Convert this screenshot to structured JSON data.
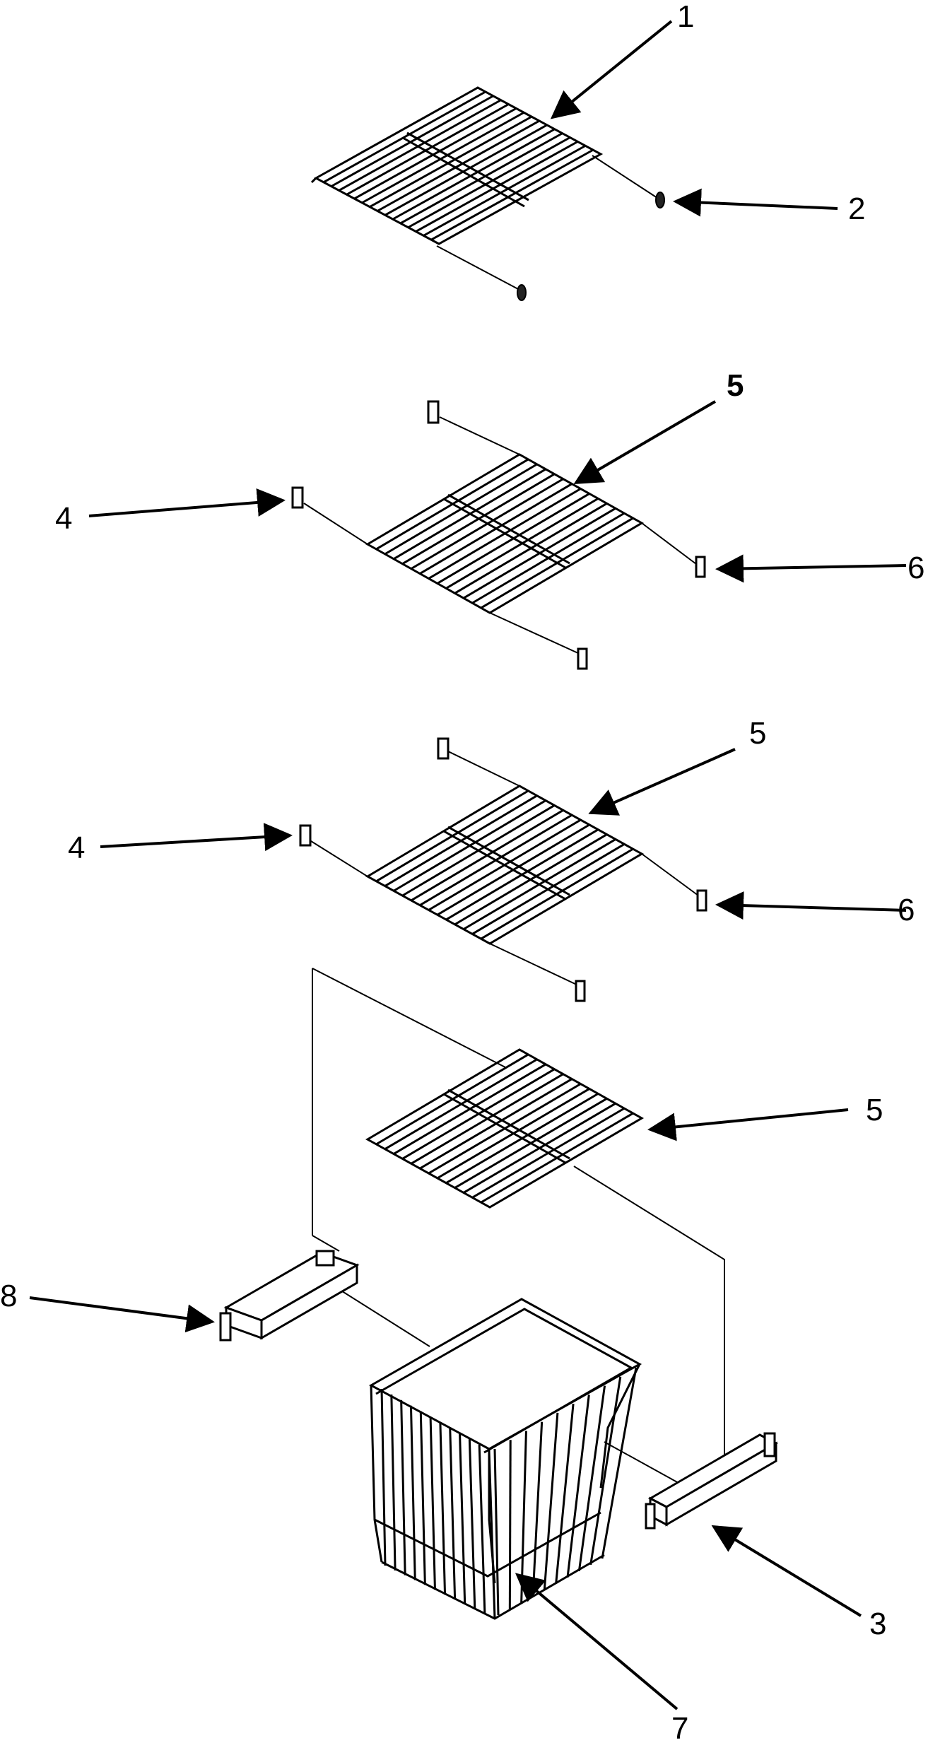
{
  "callouts": [
    {
      "id": "c1",
      "label": "1",
      "bold": false
    },
    {
      "id": "c2",
      "label": "2",
      "bold": false
    },
    {
      "id": "c5a",
      "label": "5",
      "bold": true
    },
    {
      "id": "c4a",
      "label": "4",
      "bold": false
    },
    {
      "id": "c6a",
      "label": "6",
      "bold": false
    },
    {
      "id": "c5b",
      "label": "5",
      "bold": false
    },
    {
      "id": "c4b",
      "label": "4",
      "bold": false
    },
    {
      "id": "c6b",
      "label": "6",
      "bold": false
    },
    {
      "id": "c5c",
      "label": "5",
      "bold": false
    },
    {
      "id": "c8",
      "label": "8",
      "bold": false
    },
    {
      "id": "c3",
      "label": "3",
      "bold": false
    },
    {
      "id": "c7",
      "label": "7",
      "bold": false
    }
  ]
}
